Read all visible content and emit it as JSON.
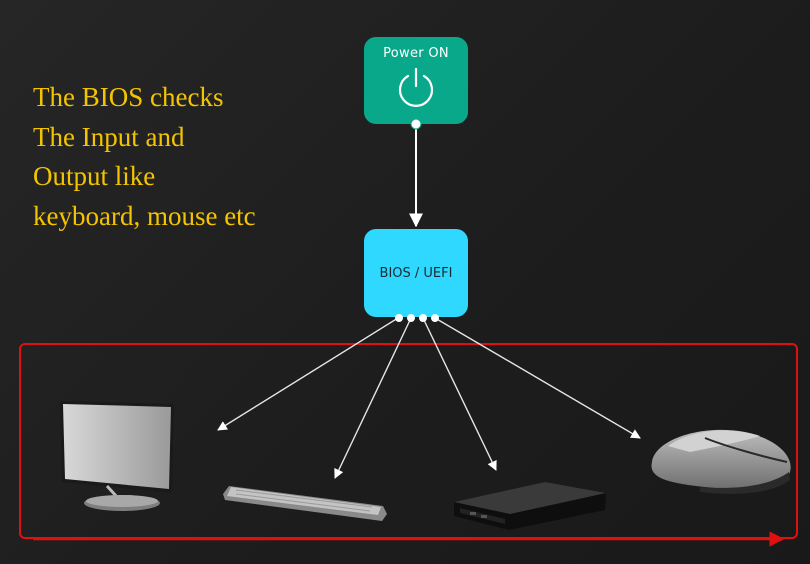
{
  "caption": {
    "lines": [
      "The BIOS checks",
      "The Input and",
      "Output like",
      "keyboard, mouse etc"
    ]
  },
  "nodes": {
    "power": {
      "label": "Power ON",
      "icon": "power-icon"
    },
    "bios": {
      "label": "BIOS / UEFI"
    }
  },
  "devices": [
    {
      "name": "monitor",
      "icon": "monitor-icon"
    },
    {
      "name": "keyboard",
      "icon": "keyboard-icon"
    },
    {
      "name": "external drive",
      "icon": "external-drive-icon"
    },
    {
      "name": "mouse",
      "icon": "mouse-icon"
    }
  ],
  "colors": {
    "background": "#202020",
    "caption": "#f5c400",
    "power_node": "#0aa88b",
    "bios_node": "#2ed8ff",
    "highlight_box": "#e01010",
    "connector": "#ffffff"
  }
}
